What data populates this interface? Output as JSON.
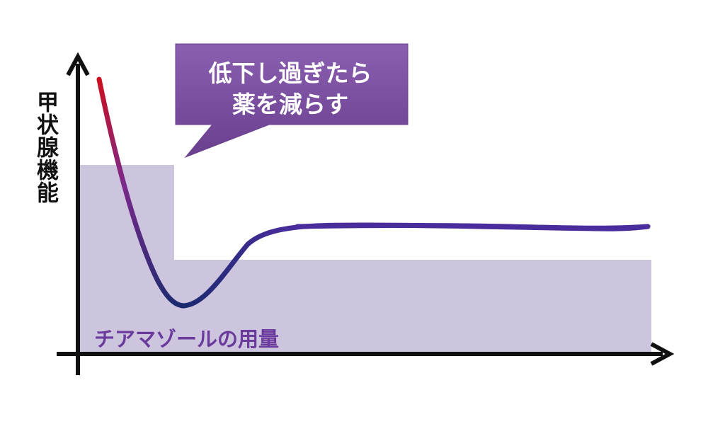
{
  "axis": {
    "ylabel": "甲状腺機能"
  },
  "callout": {
    "line1": "低下し過ぎたら",
    "line2": "薬を減らす"
  },
  "dose_area": {
    "label": "チアマゾールの用量"
  },
  "colors": {
    "dose_area": "#cdc4de",
    "callout_fill": "#7a4f9e",
    "curve_start": "#cc1020",
    "curve_mid": "#1a2a6e",
    "curve_end": "#4a2d9c",
    "axis": "#111111"
  }
}
